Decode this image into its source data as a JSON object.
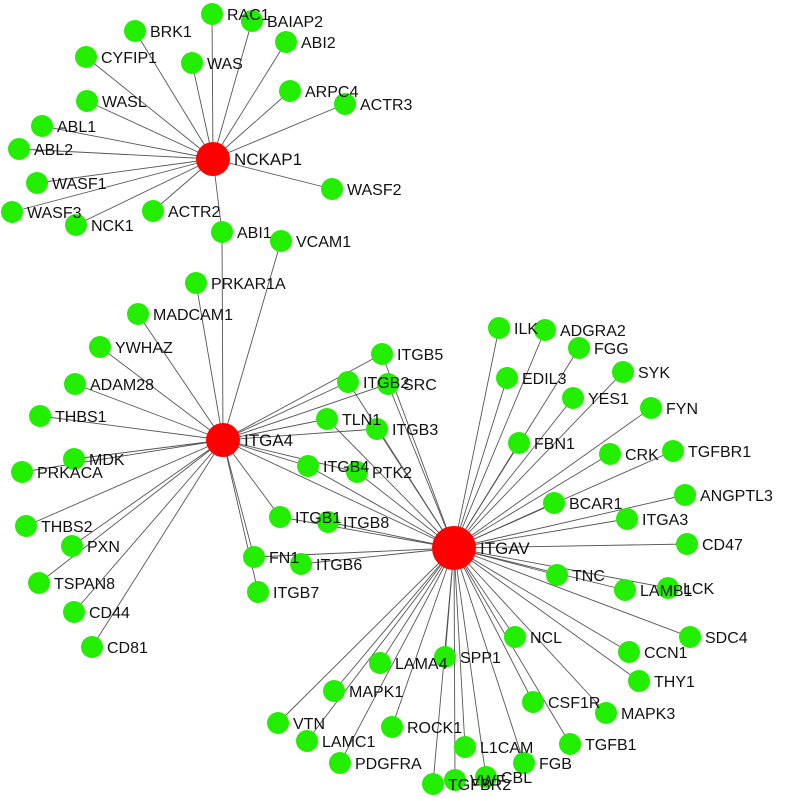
{
  "colors": {
    "hub": "#ff0000",
    "node": "#22ee00",
    "edge": "#555555",
    "background": "#ffffff"
  },
  "hubs": [
    "NCKAP1",
    "ITGA4",
    "ITGAV"
  ],
  "nodes": {
    "NCKAP1": [
      "RAC1",
      "BAIAP2",
      "BRK1",
      "CYFIP1",
      "WAS",
      "ABI2",
      "ARPC4",
      "ACTR3",
      "WASL",
      "ABL1",
      "ABL2",
      "WASF1",
      "WASF3",
      "NCK1",
      "ACTR2",
      "WASF2",
      "ABI1"
    ],
    "ITGA4": [
      "PRKAR1A",
      "MADCAM1",
      "YWHAZ",
      "ADAM28",
      "THBS1",
      "MDK",
      "PRKACA",
      "THBS2",
      "PXN",
      "TSPAN8",
      "CD44",
      "CD81",
      "ITGB1",
      "FN1",
      "ITGB7"
    ],
    "ITGAV": [
      "ILK",
      "ADGRA2",
      "FGG",
      "EDIL3",
      "SYK",
      "YES1",
      "FYN",
      "FBN1",
      "CRK",
      "TGFBR1",
      "BCAR1",
      "ANGPTL3",
      "ITGA3",
      "CD47",
      "TNC",
      "LAMB1",
      "LCK",
      "SDC4",
      "CCN1",
      "THY1",
      "MAPK3",
      "NCL",
      "CSF1R",
      "TGFB1",
      "FGB",
      "CBL",
      "L1CAM",
      "VWF",
      "TGFBR2",
      "ROCK1",
      "SPP1",
      "PDGFRA",
      "LAMA4",
      "LAMC1",
      "MAPK1",
      "VTN",
      "ITGB8",
      "ITGB6"
    ],
    "shared": [
      "VCAM1",
      "ITGB5",
      "ITGB2",
      "SRC",
      "TLN1",
      "ITGB3",
      "ITGB4",
      "PTK2"
    ]
  },
  "edges": [
    [
      "NCKAP1",
      "RAC1"
    ],
    [
      "NCKAP1",
      "BAIAP2"
    ],
    [
      "NCKAP1",
      "BRK1"
    ],
    [
      "NCKAP1",
      "CYFIP1"
    ],
    [
      "NCKAP1",
      "WAS"
    ],
    [
      "NCKAP1",
      "ABI2"
    ],
    [
      "NCKAP1",
      "ARPC4"
    ],
    [
      "NCKAP1",
      "ACTR3"
    ],
    [
      "NCKAP1",
      "WASL"
    ],
    [
      "NCKAP1",
      "ABL1"
    ],
    [
      "NCKAP1",
      "ABL2"
    ],
    [
      "NCKAP1",
      "WASF1"
    ],
    [
      "NCKAP1",
      "WASF3"
    ],
    [
      "NCKAP1",
      "NCK1"
    ],
    [
      "NCKAP1",
      "ACTR2"
    ],
    [
      "NCKAP1",
      "WASF2"
    ],
    [
      "NCKAP1",
      "ABI1"
    ],
    [
      "ITGA4",
      "ABI1"
    ],
    [
      "ITGA4",
      "VCAM1"
    ],
    [
      "ITGA4",
      "PRKAR1A"
    ],
    [
      "ITGA4",
      "MADCAM1"
    ],
    [
      "ITGA4",
      "YWHAZ"
    ],
    [
      "ITGA4",
      "ADAM28"
    ],
    [
      "ITGA4",
      "THBS1"
    ],
    [
      "ITGA4",
      "MDK"
    ],
    [
      "ITGA4",
      "PRKACA"
    ],
    [
      "ITGA4",
      "THBS2"
    ],
    [
      "ITGA4",
      "PXN"
    ],
    [
      "ITGA4",
      "TSPAN8"
    ],
    [
      "ITGA4",
      "CD44"
    ],
    [
      "ITGA4",
      "CD81"
    ],
    [
      "ITGA4",
      "ITGB1"
    ],
    [
      "ITGA4",
      "FN1"
    ],
    [
      "ITGA4",
      "ITGB7"
    ],
    [
      "ITGA4",
      "ITGB5"
    ],
    [
      "ITGA4",
      "ITGB2"
    ],
    [
      "ITGA4",
      "SRC"
    ],
    [
      "ITGA4",
      "TLN1"
    ],
    [
      "ITGA4",
      "ITGB3"
    ],
    [
      "ITGA4",
      "ITGB4"
    ],
    [
      "ITGA4",
      "PTK2"
    ],
    [
      "ITGA4",
      "ITGAV"
    ],
    [
      "ITGAV",
      "ITGB5"
    ],
    [
      "ITGAV",
      "ITGB2"
    ],
    [
      "ITGAV",
      "SRC"
    ],
    [
      "ITGAV",
      "TLN1"
    ],
    [
      "ITGAV",
      "ITGB3"
    ],
    [
      "ITGAV",
      "ITGB4"
    ],
    [
      "ITGAV",
      "PTK2"
    ],
    [
      "ITGAV",
      "ITGB1"
    ],
    [
      "ITGAV",
      "ITGB8"
    ],
    [
      "ITGAV",
      "FN1"
    ],
    [
      "ITGAV",
      "ITGB6"
    ],
    [
      "ITGAV",
      "ILK"
    ],
    [
      "ITGAV",
      "ADGRA2"
    ],
    [
      "ITGAV",
      "FGG"
    ],
    [
      "ITGAV",
      "EDIL3"
    ],
    [
      "ITGAV",
      "SYK"
    ],
    [
      "ITGAV",
      "YES1"
    ],
    [
      "ITGAV",
      "FYN"
    ],
    [
      "ITGAV",
      "FBN1"
    ],
    [
      "ITGAV",
      "CRK"
    ],
    [
      "ITGAV",
      "TGFBR1"
    ],
    [
      "ITGAV",
      "BCAR1"
    ],
    [
      "ITGAV",
      "ANGPTL3"
    ],
    [
      "ITGAV",
      "ITGA3"
    ],
    [
      "ITGAV",
      "CD47"
    ],
    [
      "ITGAV",
      "TNC"
    ],
    [
      "ITGAV",
      "LAMB1"
    ],
    [
      "ITGAV",
      "LCK"
    ],
    [
      "ITGAV",
      "SDC4"
    ],
    [
      "ITGAV",
      "CCN1"
    ],
    [
      "ITGAV",
      "THY1"
    ],
    [
      "ITGAV",
      "MAPK3"
    ],
    [
      "ITGAV",
      "NCL"
    ],
    [
      "ITGAV",
      "CSF1R"
    ],
    [
      "ITGAV",
      "TGFB1"
    ],
    [
      "ITGAV",
      "FGB"
    ],
    [
      "ITGAV",
      "CBL"
    ],
    [
      "ITGAV",
      "L1CAM"
    ],
    [
      "ITGAV",
      "VWF"
    ],
    [
      "ITGAV",
      "TGFBR2"
    ],
    [
      "ITGAV",
      "ROCK1"
    ],
    [
      "ITGAV",
      "SPP1"
    ],
    [
      "ITGAV",
      "PDGFRA"
    ],
    [
      "ITGAV",
      "LAMA4"
    ],
    [
      "ITGAV",
      "LAMC1"
    ],
    [
      "ITGAV",
      "MAPK1"
    ],
    [
      "ITGAV",
      "VTN"
    ]
  ]
}
